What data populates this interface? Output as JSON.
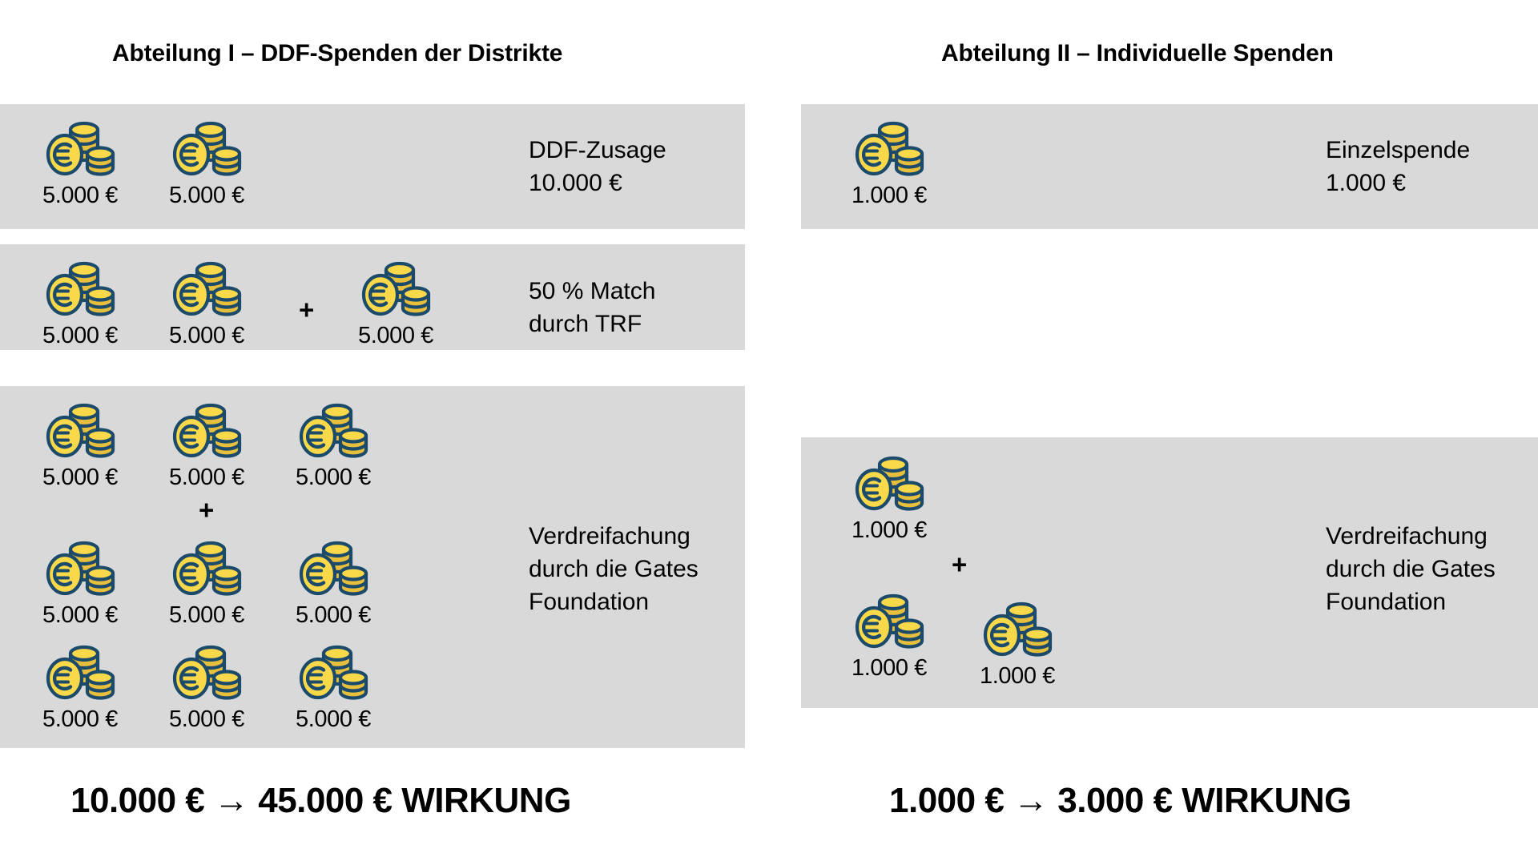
{
  "columns": {
    "left": {
      "title": "Abteilung I – DDF-Spenden der Distrikte",
      "summary": "10.000 € → 45.000 € WIRKUNG",
      "bands": [
        {
          "id": "band-l1",
          "description_line1": "DDF-Zusage",
          "description_line2": "10.000 €",
          "coin_value": "5.000 €",
          "coin_count": 2,
          "plus": "+"
        },
        {
          "id": "band-l2",
          "description_line1": "50 % Match",
          "description_line2": "durch TRF",
          "coin_value": "5.000 €",
          "coin_count": 3,
          "plus": "+"
        },
        {
          "id": "band-l3",
          "description_line1": "Verdreifachung",
          "description_line2": "durch die Gates",
          "description_line3": "Foundation",
          "coin_value": "5.000 €",
          "coin_count": 9,
          "plus": "+"
        }
      ]
    },
    "right": {
      "title": "Abteilung II – Individuelle Spenden",
      "summary": "1.000 € → 3.000 € WIRKUNG",
      "bands": [
        {
          "id": "band-r1",
          "description_line1": "Einzelspende",
          "description_line2": "1.000 €",
          "coin_value": "1.000 €",
          "coin_count": 1
        },
        {
          "id": "band-r2",
          "description_line1": "Verdreifachung",
          "description_line2": "durch die Gates",
          "description_line3": "Foundation",
          "coin_value": "1.000 €",
          "coin_count": 3,
          "plus": "+"
        }
      ]
    }
  },
  "icons": {
    "coin_stack": "coin-stack-euro-icon"
  },
  "colors": {
    "band_background": "#d9d9d9",
    "page_background": "#ffffff",
    "coin_gold": "#f9d84a",
    "coin_gold_shade": "#e8bf3c",
    "coin_outline": "#1b4a6b",
    "text": "#000000"
  }
}
